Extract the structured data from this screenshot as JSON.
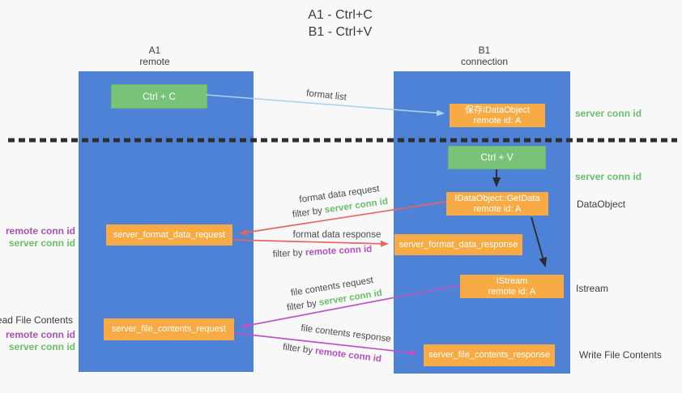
{
  "title": {
    "line1": "A1 - Ctrl+C",
    "line2": "B1 - Ctrl+V"
  },
  "lanes": {
    "a1": {
      "name": "A1",
      "subtitle": "remote"
    },
    "b1": {
      "name": "B1",
      "subtitle": "connection"
    }
  },
  "nodes": {
    "ctrl_c": {
      "label": "Ctrl + C"
    },
    "save_dataobject": {
      "line1": "保存IDataObject",
      "line2": "remote id: A"
    },
    "ctrl_v": {
      "label": "Ctrl + V"
    },
    "getdata": {
      "line1": "IDataObject::GetData",
      "line2": "remote id: A"
    },
    "format_request": {
      "label": "server_format_data_request"
    },
    "format_response": {
      "label": "server_format_data_response"
    },
    "istream": {
      "line1": "IStream",
      "line2": "remote id: A"
    },
    "file_request": {
      "label": "server_file_contents_request"
    },
    "file_response": {
      "label": "server_file_contents_response"
    }
  },
  "edges": {
    "format_list": {
      "label": "format list"
    },
    "format_data_request": {
      "label": "format data request",
      "filter_prefix": "filter by ",
      "filter_key": "server conn id"
    },
    "format_data_response": {
      "label": "format data response",
      "filter_prefix": "filter by ",
      "filter_key": "remote conn id"
    },
    "file_contents_request": {
      "label": "file contents request",
      "filter_prefix": "filter by ",
      "filter_key": "server conn id"
    },
    "file_contents_response": {
      "label": "file contents response",
      "filter_prefix": "filter by ",
      "filter_key": "remote conn id"
    }
  },
  "annotations": {
    "right_server_conn_top": "server conn id",
    "right_server_conn_mid": "server conn id",
    "right_dataobject": "DataObject",
    "right_istream": "Istream",
    "right_write_file": "Write File Contents",
    "left_mid_remote": "remote conn id",
    "left_mid_server": "server conn id",
    "left_read_file": "Read File Contents",
    "left_bottom_remote": "remote conn id",
    "left_bottom_server": "server conn id"
  },
  "colors": {
    "lane_blue": "#4d82d6",
    "box_green": "#77c377",
    "box_orange": "#f8ab44",
    "arrow_lightblue": "#a9d3ee",
    "arrow_red": "#e8645e",
    "arrow_magenta": "#bd54c6",
    "arrow_black": "#2b2b2b",
    "text_green": "#6abf6a",
    "text_purple": "#a952b5",
    "text_dark": "#3d3d3d"
  }
}
